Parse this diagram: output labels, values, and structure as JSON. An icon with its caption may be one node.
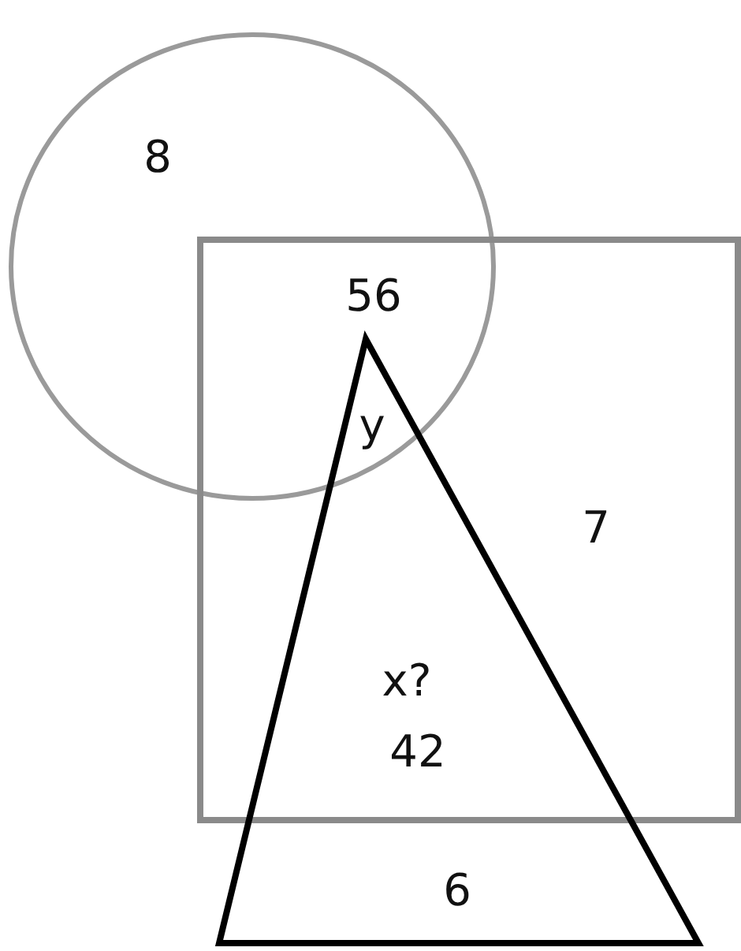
{
  "diagram": {
    "nodes": [
      {
        "text": [
          "8"
        ]
      },
      {
        "text": [
          "7"
        ]
      },
      {
        "text": [
          "6"
        ]
      }
    ],
    "labels": [
      "56",
      "y",
      "x?",
      "42"
    ]
  }
}
